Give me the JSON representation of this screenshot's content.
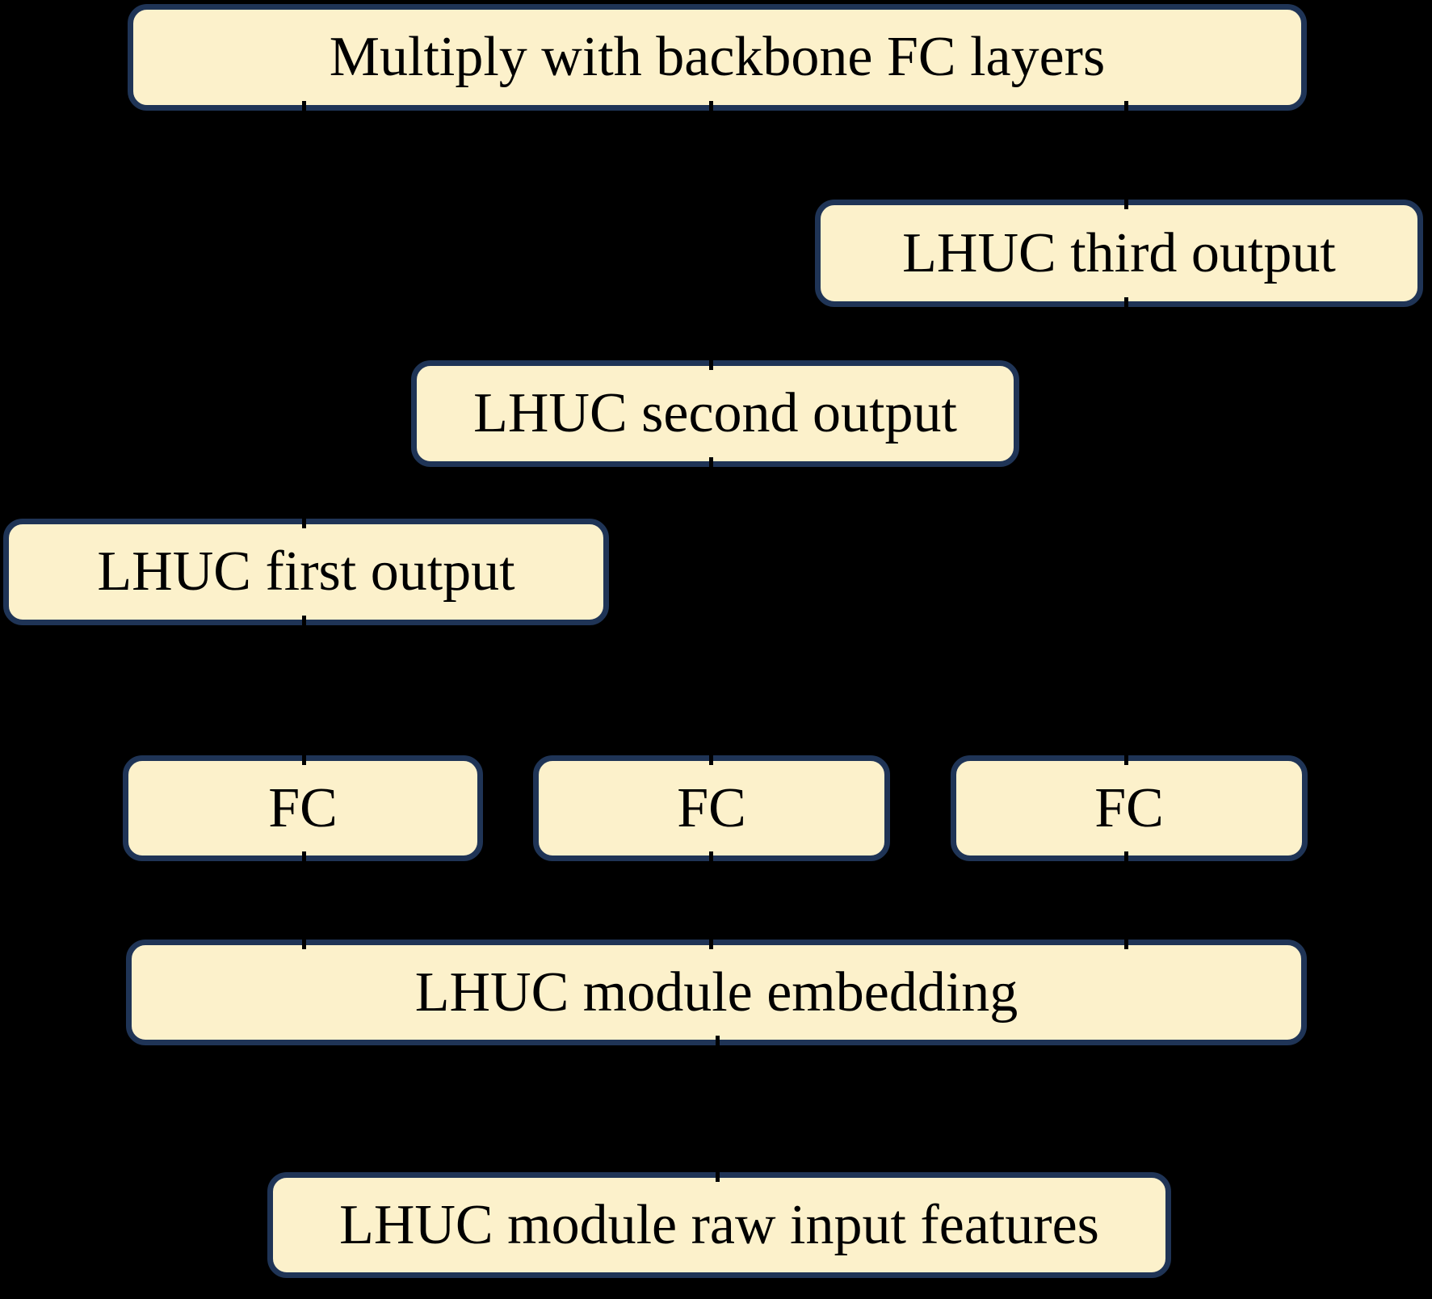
{
  "colors": {
    "background": "#000000",
    "box_fill": "#FCF1CB",
    "box_border": "#1F3456",
    "connector": "#000000",
    "text": "#000000"
  },
  "nodes": {
    "multiply": {
      "label": "Multiply with backbone FC layers"
    },
    "third_output": {
      "label": "LHUC third output"
    },
    "second_output": {
      "label": "LHUC second output"
    },
    "first_output": {
      "label": "LHUC first output"
    },
    "fc1": {
      "label": "FC"
    },
    "fc2": {
      "label": "FC"
    },
    "fc3": {
      "label": "FC"
    },
    "embedding": {
      "label": "LHUC module embedding"
    },
    "raw_input": {
      "label": "LHUC module raw input features"
    }
  },
  "edges": [
    {
      "from": "first_output",
      "to": "multiply"
    },
    {
      "from": "second_output",
      "to": "multiply"
    },
    {
      "from": "third_output",
      "to": "multiply"
    },
    {
      "from": "fc1",
      "to": "first_output"
    },
    {
      "from": "fc2",
      "to": "second_output"
    },
    {
      "from": "fc3",
      "to": "third_output"
    },
    {
      "from": "embedding",
      "to": "fc1"
    },
    {
      "from": "embedding",
      "to": "fc2"
    },
    {
      "from": "embedding",
      "to": "fc3"
    },
    {
      "from": "raw_input",
      "to": "embedding"
    }
  ]
}
